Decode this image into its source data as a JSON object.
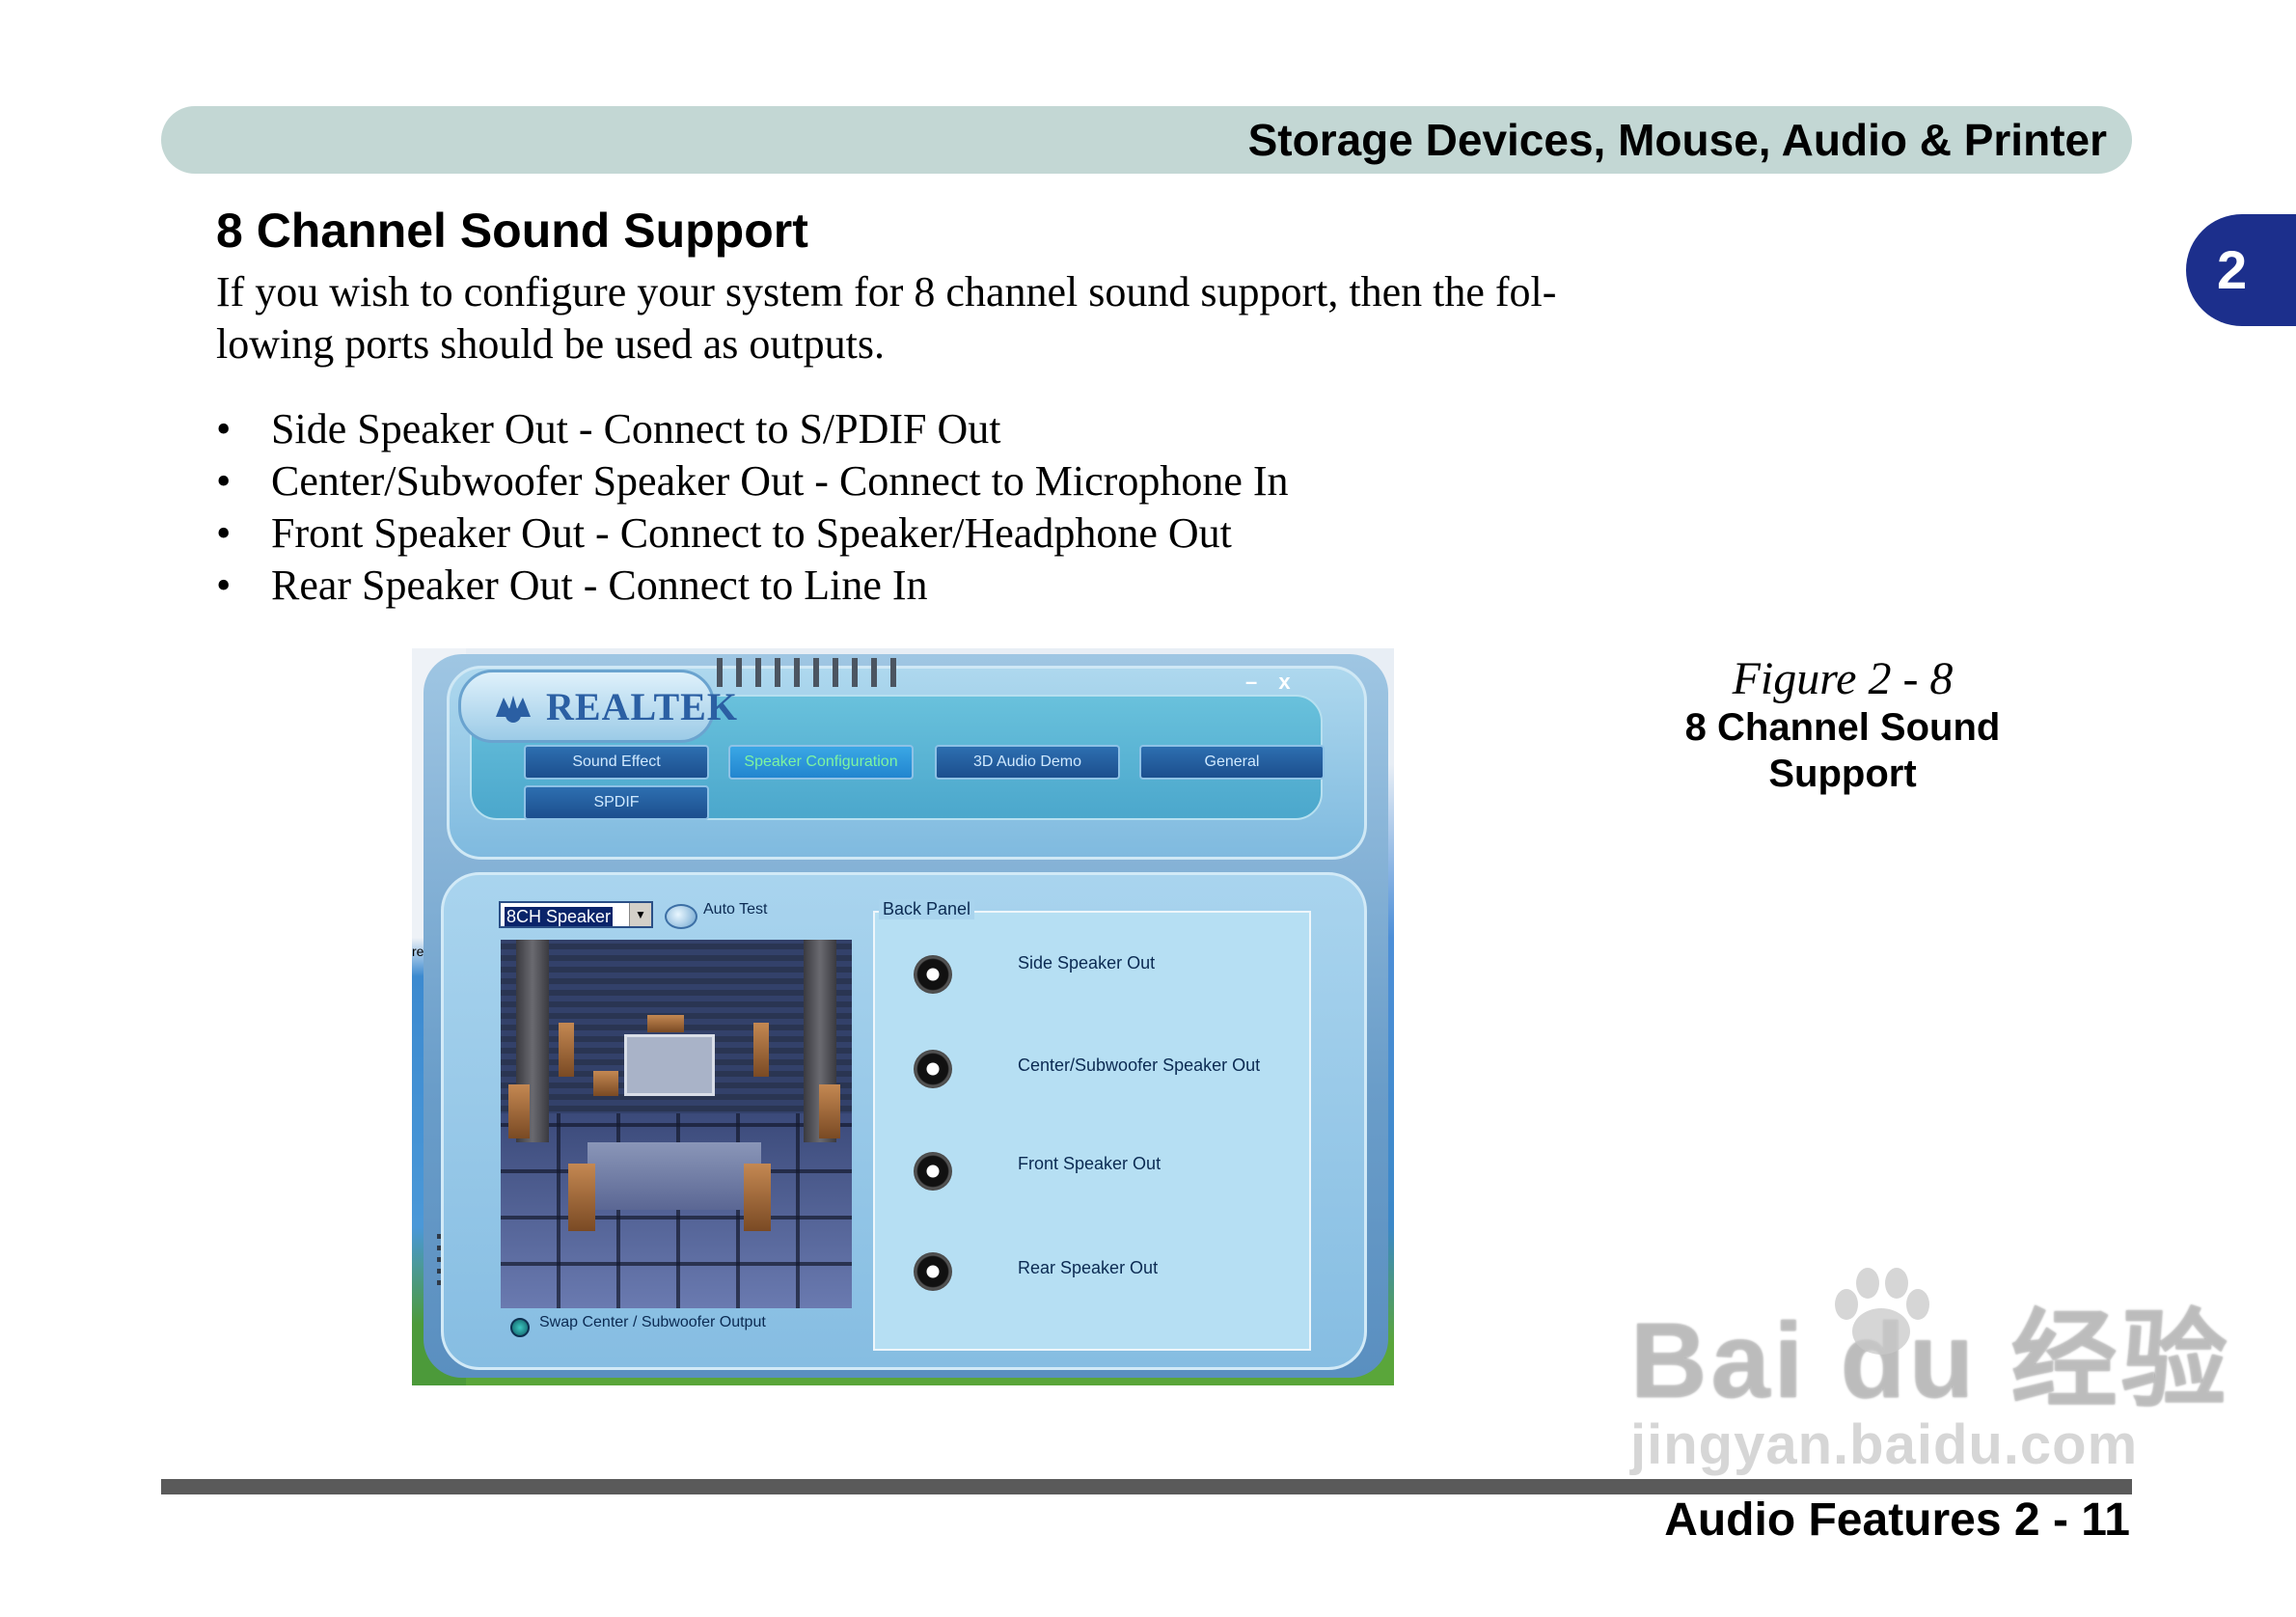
{
  "header": {
    "title": "Storage Devices, Mouse, Audio & Printer"
  },
  "chapter_tab": "2",
  "section": {
    "title": "8 Channel Sound Support",
    "intro_line1": "If you wish to configure your system for 8 channel sound support, then the fol-",
    "intro_line2": "lowing ports should be used as outputs.",
    "bullets": [
      "Side Speaker Out - Connect to S/PDIF Out",
      "Center/Subwoofer Speaker Out - Connect to Microphone In",
      "Front Speaker Out - Connect to Speaker/Headphone Out",
      "Rear Speaker Out - Connect to Line In"
    ]
  },
  "figure": {
    "number": "Figure 2 - 8",
    "caption_line1": "8 Channel Sound",
    "caption_line2": "Support"
  },
  "screenshot": {
    "logo": "REALTEK",
    "window_controls": "– x",
    "tabs": [
      "Sound Effect",
      "Speaker Configuration",
      "3D Audio Demo",
      "General",
      "SPDIF"
    ],
    "active_tab": "Speaker Configuration",
    "speaker_select": "8CH Speaker",
    "auto_test_label": "Auto Test",
    "back_panel_title": "Back Panel",
    "ports": [
      "Side Speaker Out",
      "Center/Subwoofer Speaker Out",
      "Front Speaker Out",
      "Rear Speaker Out"
    ],
    "swap_label": "Swap Center / Subwoofer Output",
    "background_label": "rear out"
  },
  "footer": {
    "text": "Audio Features  2  -  11"
  },
  "watermark": {
    "brand": "Bai du 经验",
    "url": "jingyan.baidu.com"
  },
  "colors": {
    "header_bar": "#c3d7d4",
    "chapter_tab": "#1c2f8c",
    "footer_rule": "#5a5a5a"
  }
}
